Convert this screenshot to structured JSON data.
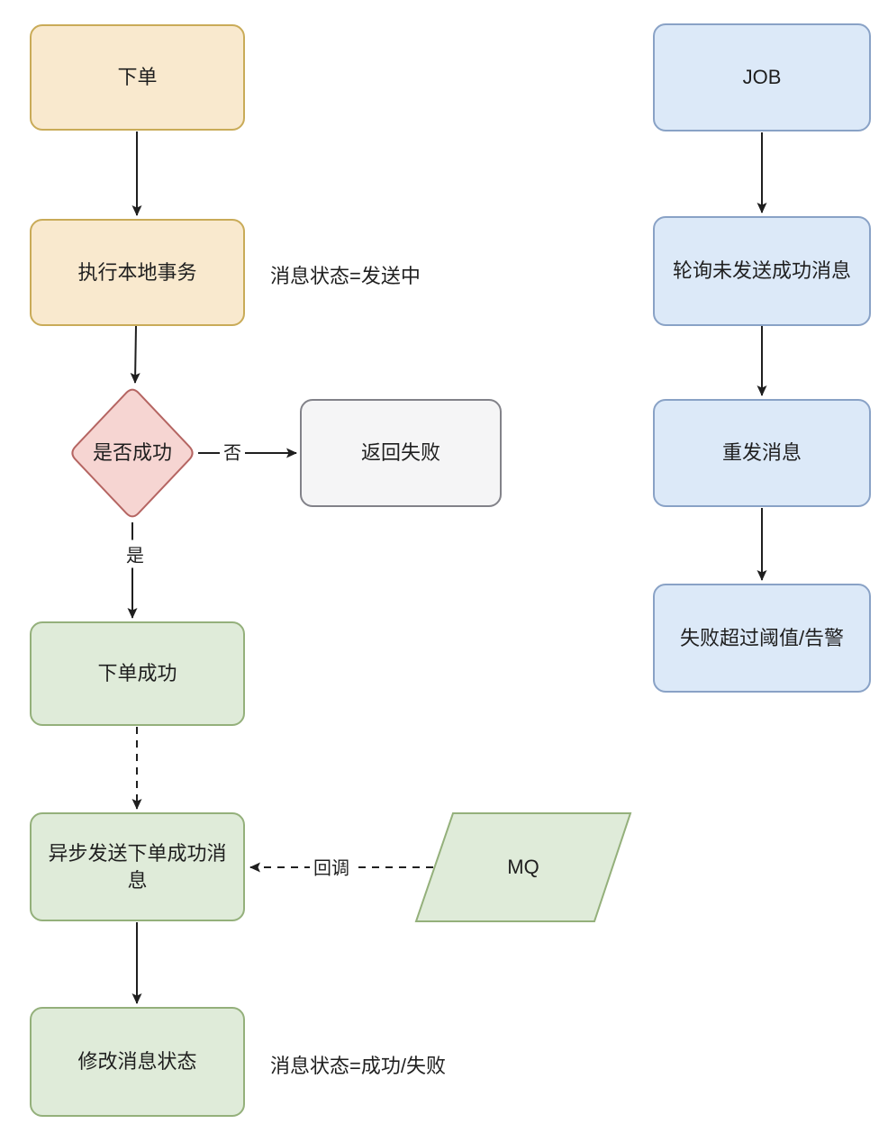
{
  "nodes": [
    {
      "label": "下单"
    },
    {
      "label": "执行本地事务"
    },
    {
      "label": "是否成功"
    },
    {
      "label": "返回失败"
    },
    {
      "label": "下单成功"
    },
    {
      "label": "异步发送下单成功消息"
    },
    {
      "label": "MQ"
    },
    {
      "label": "修改消息状态"
    },
    {
      "label": "JOB"
    },
    {
      "label": "轮询未发送成功消息"
    },
    {
      "label": "重发消息"
    },
    {
      "label": "失败超过阈值/告警"
    }
  ],
  "edge_labels": {
    "no": "否",
    "yes": "是",
    "callback": "回调"
  },
  "annotations": {
    "sending": "消息状态=发送中",
    "result": "消息状态=成功/失败"
  },
  "palette": {
    "orange_fill": "#F9E9CE",
    "orange_stroke": "#C9AB58",
    "red_fill": "#F6D5D2",
    "red_stroke": "#B56562",
    "grey_fill": "#F5F5F6",
    "grey_stroke": "#828289",
    "green_fill": "#DFEBD9",
    "green_stroke": "#94B07B",
    "blue_fill": "#DCE9F8",
    "blue_stroke": "#89A2C6",
    "line_color": "#1F1F1F"
  }
}
